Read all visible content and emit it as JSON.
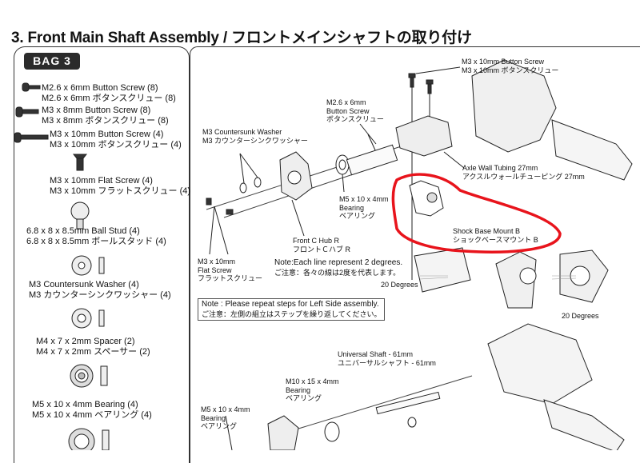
{
  "title": "3. Front Main Shaft Assembly / フロントメインシャフトの取り付け",
  "bag_label": "BAG 3",
  "parts": [
    {
      "en": "M2.6 x 6mm Button Screw (8)",
      "jp": "M2.6 x 6mm ボタンスクリュー (8)"
    },
    {
      "en": "M3 x 8mm Button Screw (8)",
      "jp": "M3 x 8mm ボタンスクリュー (8)"
    },
    {
      "en": "M3 x 10mm Button Screw (4)",
      "jp": "M3 x 10mm ボタンスクリュー (4)"
    },
    {
      "en": "M3 x 10mm Flat Screw (4)",
      "jp": "M3 x 10mm フラットスクリュー (4)"
    },
    {
      "en": "6.8 x 8 x 8.5mm Ball Stud (4)",
      "jp": "6.8 x 8 x 8.5mm ボールスタッド (4)"
    },
    {
      "en": "M3 Countersunk Washer (4)",
      "jp": "M3 カウンターシンクワッシャー (4)"
    },
    {
      "en": "M4 x 7 x 2mm Spacer (2)",
      "jp": "M4 x 7 x 2mm スペーサー (2)"
    },
    {
      "en": "M5 x 10 x 4mm Bearing (4)",
      "jp": "M5 x 10 x 4mm ベアリング (4)"
    }
  ],
  "labels": {
    "btn10": [
      "M3 x 10mm Button Screw",
      "M3 x 10mm ボタンスクリュー"
    ],
    "btn26": [
      "M2.6 x 6mm",
      "Button Screw",
      "ボタンスクリュー"
    ],
    "washer": [
      "M3 Countersunk Washer",
      "M3 カウンターシンクワッシャー"
    ],
    "axle": [
      "Axle Wall Tubing 27mm",
      "アクスルウォールチューピング 27mm"
    ],
    "bearing": [
      "M5 x 10 x 4mm",
      "Bearing",
      "ベアリング"
    ],
    "shock": [
      "Shock Base Mount B",
      "ショックベースマウント B"
    ],
    "hub": [
      "Front C Hub R",
      "フロントＣハブ R"
    ],
    "flat": [
      "M3 x 10mm",
      "Flat Screw",
      "フラットスクリュー"
    ],
    "shaft": [
      "Universal Shaft - 61mm",
      "ユニバーサルシャフト - 61mm"
    ],
    "m10": [
      "M10 x 15 x 4mm",
      "Bearing",
      "ベアリング"
    ],
    "bearing2": [
      "M5 x 10 x 4mm",
      "Bearing",
      "ベアリング"
    ],
    "deg_left": "20 Degrees",
    "deg_right": "20 Degrees"
  },
  "notes": {
    "each_line": "Note:Each line represent 2 degrees.",
    "each_line_jp": "ご注意：各々の線は2度を代表します。",
    "repeat": "Note : Please repeat steps for Left Side assembly.",
    "repeat_jp": "ご注意：左側の組立はステップを繰り返してください。"
  },
  "colors": {
    "highlight": "#e8141c",
    "ink": "#111111",
    "panel_border": "#333333",
    "bag_bg": "#2b2b2b"
  }
}
